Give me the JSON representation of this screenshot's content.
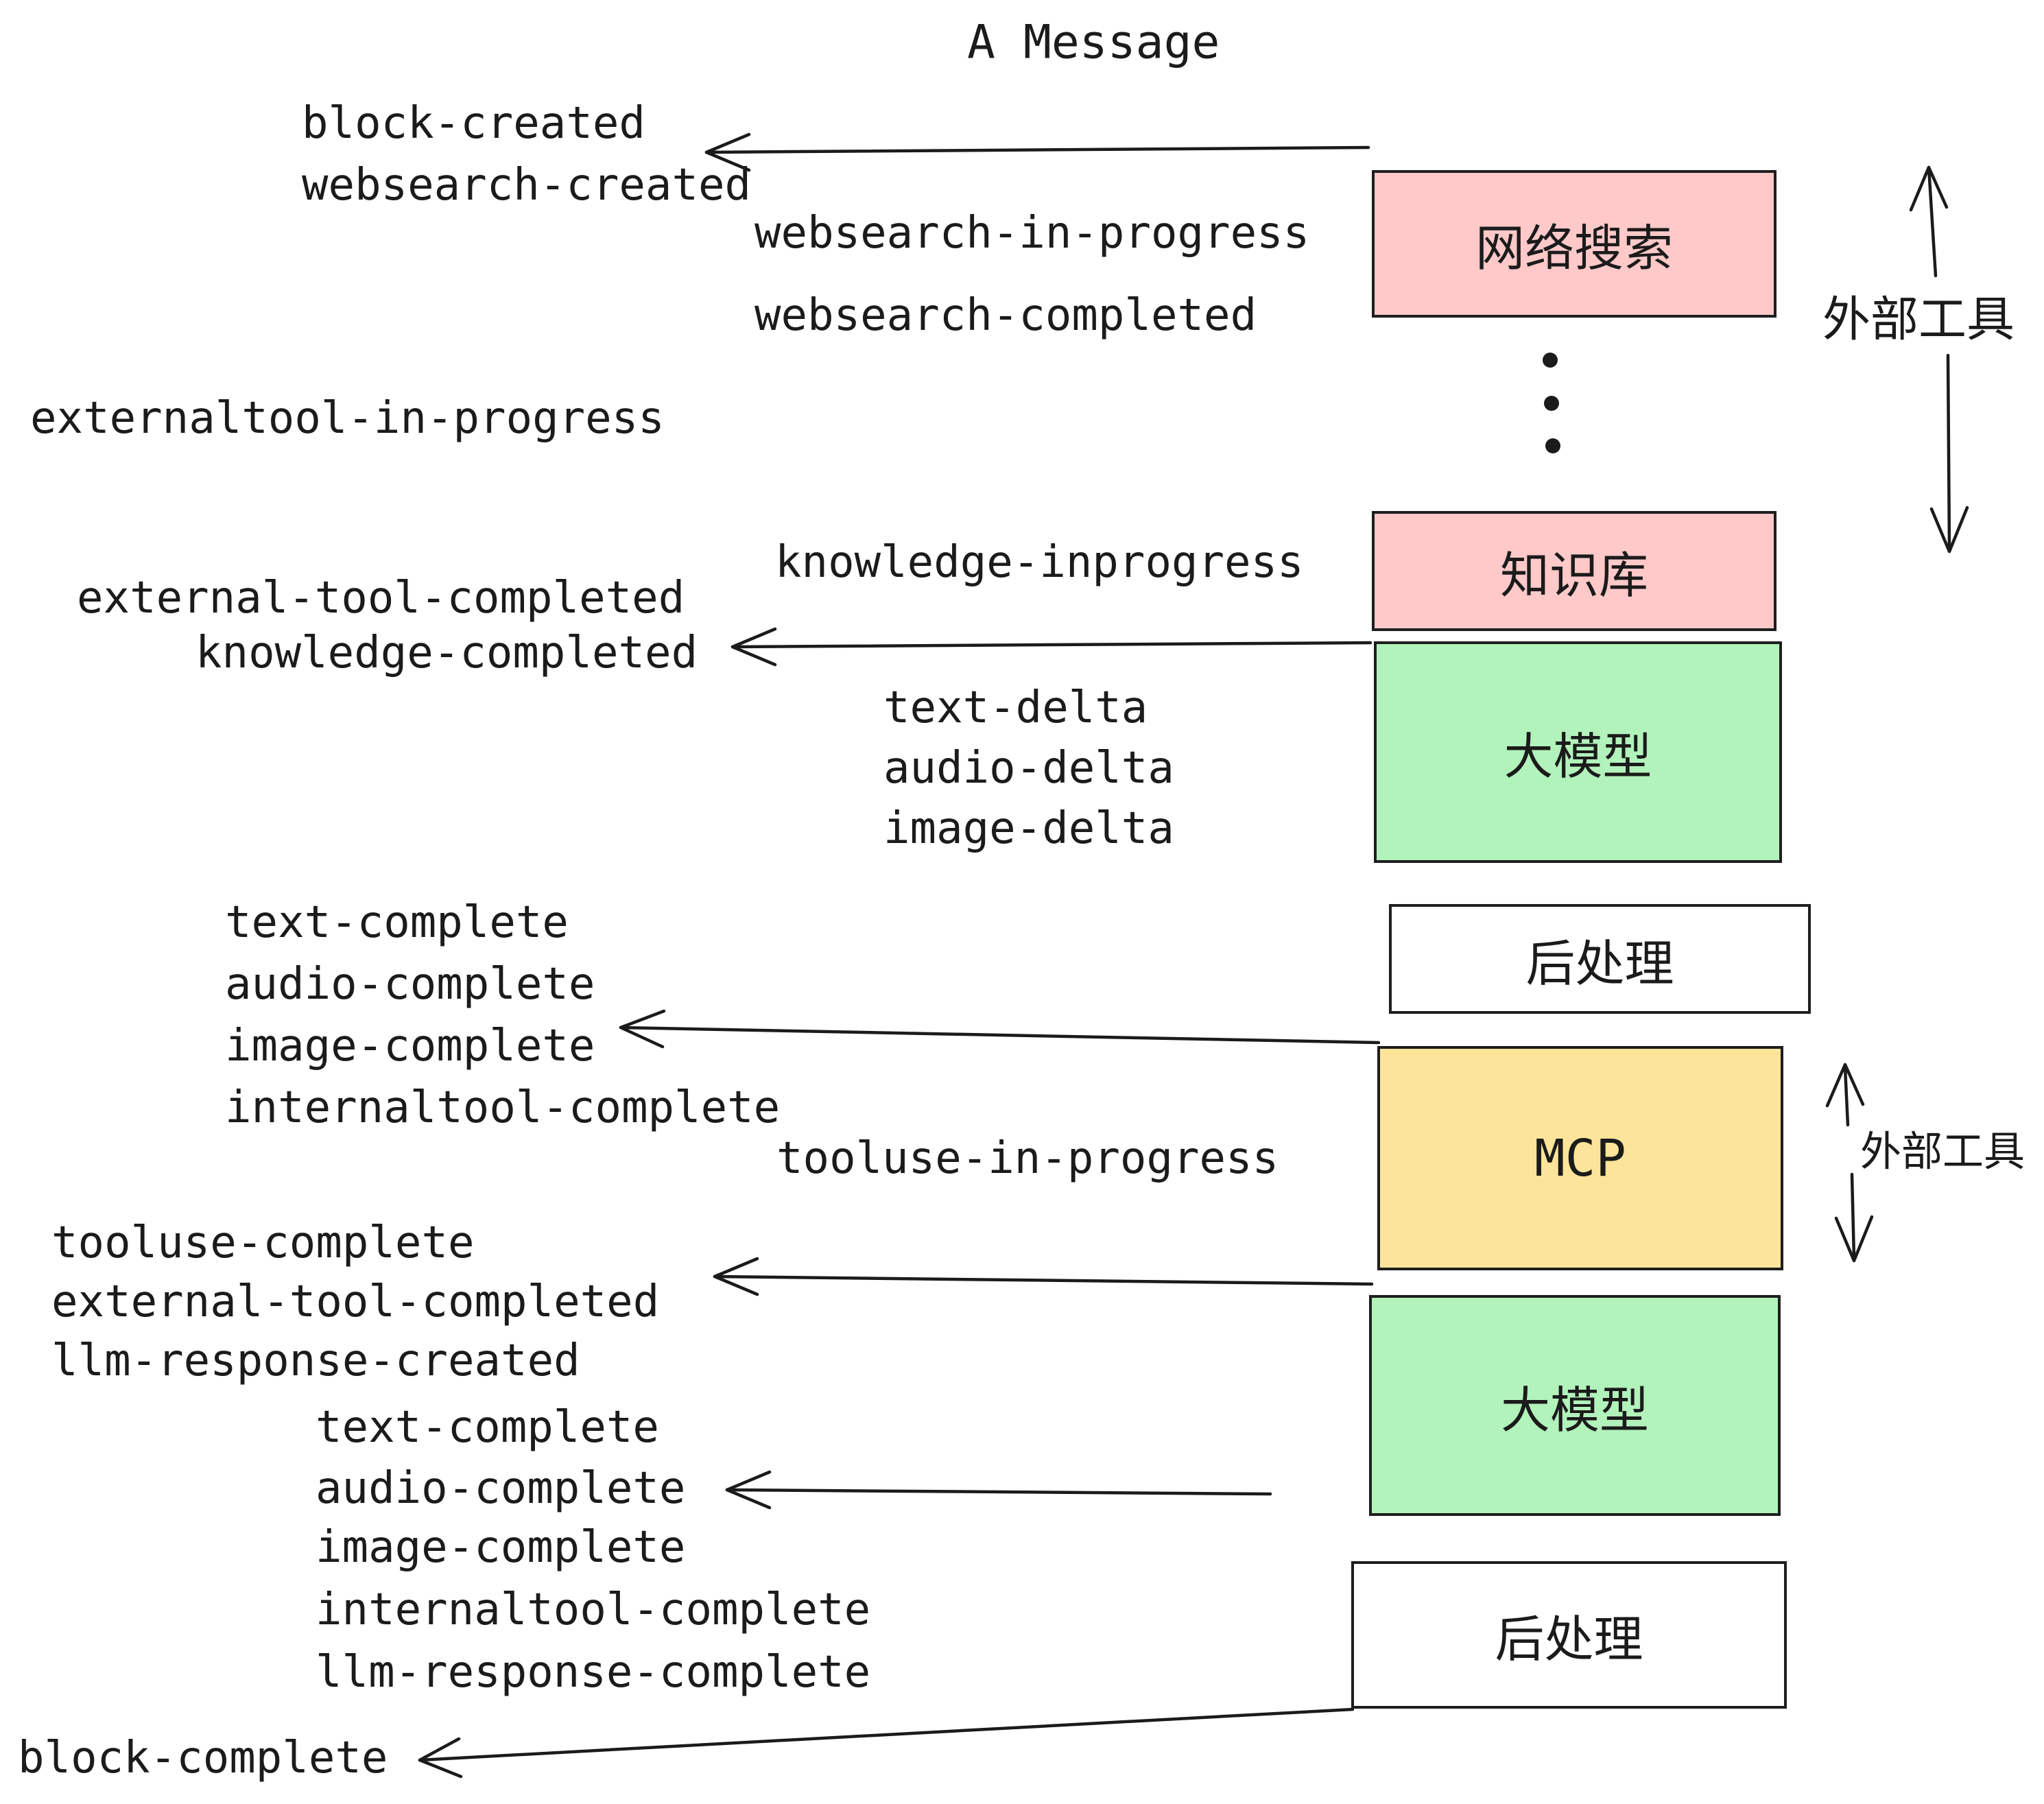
{
  "title": "A Message",
  "boxes": [
    {
      "id": "websearch",
      "label": "网络搜索",
      "fill": "#ffc9c9"
    },
    {
      "id": "knowledge",
      "label": "知识库",
      "fill": "#ffc9c9"
    },
    {
      "id": "llm-1",
      "label": "大模型",
      "fill": "#b2f2bb"
    },
    {
      "id": "post-1",
      "label": "后处理",
      "fill": "#ffffff"
    },
    {
      "id": "mcp",
      "label": "MCP",
      "fill": "#fce49a"
    },
    {
      "id": "llm-2",
      "label": "大模型",
      "fill": "#b2f2bb"
    },
    {
      "id": "post-2",
      "label": "后处理",
      "fill": "#ffffff"
    }
  ],
  "events": [
    {
      "id": "block-created",
      "text": "block-created"
    },
    {
      "id": "websearch-created",
      "text": "websearch-created"
    },
    {
      "id": "websearch-in-progress",
      "text": "websearch-in-progress"
    },
    {
      "id": "websearch-completed",
      "text": "websearch-completed"
    },
    {
      "id": "externaltool-in-progress",
      "text": "externaltool-in-progress"
    },
    {
      "id": "knowledge-inprogress",
      "text": "knowledge-inprogress"
    },
    {
      "id": "external-tool-completed-1",
      "text": "external-tool-completed"
    },
    {
      "id": "knowledge-completed",
      "text": "knowledge-completed"
    },
    {
      "id": "text-delta-1",
      "text": "text-delta"
    },
    {
      "id": "audio-delta-1",
      "text": "audio-delta"
    },
    {
      "id": "image-delta-1",
      "text": "image-delta"
    },
    {
      "id": "text-complete-1",
      "text": "text-complete"
    },
    {
      "id": "audio-complete-1",
      "text": "audio-complete"
    },
    {
      "id": "image-complete-1",
      "text": "image-complete"
    },
    {
      "id": "internaltool-complete-1",
      "text": "internaltool-complete"
    },
    {
      "id": "tooluse-in-progress",
      "text": "tooluse-in-progress"
    },
    {
      "id": "tooluse-complete",
      "text": "tooluse-complete"
    },
    {
      "id": "external-tool-completed-2",
      "text": "external-tool-completed"
    },
    {
      "id": "llm-response-created",
      "text": "llm-response-created"
    },
    {
      "id": "text-complete-2",
      "text": "text-complete"
    },
    {
      "id": "audio-complete-2",
      "text": "audio-complete"
    },
    {
      "id": "image-complete-2",
      "text": "image-complete"
    },
    {
      "id": "internaltool-complete-2",
      "text": "internaltool-complete"
    },
    {
      "id": "llm-response-complete",
      "text": "llm-response-complete"
    },
    {
      "id": "block-complete",
      "text": "block-complete"
    }
  ],
  "annotations": [
    {
      "id": "external-tools-top",
      "label": "外部工具"
    },
    {
      "id": "external-tools-bottom",
      "label": "外部工具"
    }
  ],
  "colors": {
    "background": "#ffffff",
    "stroke": "#1e1e1e",
    "text": "#1b1b1b",
    "pink": "#ffc9c9",
    "green": "#b2f2bb",
    "yellow": "#fce49a",
    "white": "#ffffff"
  }
}
